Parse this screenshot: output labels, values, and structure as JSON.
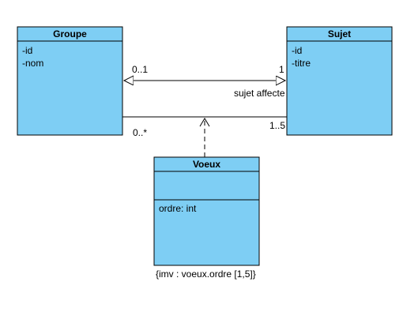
{
  "colors": {
    "class_fill": "#7ecef4",
    "stroke": "#000000",
    "background": "#ffffff"
  },
  "classes": {
    "groupe": {
      "name": "Groupe",
      "attributes": [
        "-id",
        "-nom"
      ]
    },
    "sujet": {
      "name": "Sujet",
      "attributes": [
        "-id",
        "-titre"
      ]
    },
    "voeux": {
      "name": "Voeux",
      "operations_compartment": [
        "ordre: int"
      ]
    }
  },
  "associations": {
    "sujet_affecte": {
      "name": "sujet affecte",
      "groupe_end_multiplicity": "0..1",
      "sujet_end_multiplicity": "1"
    },
    "voeux_assoc": {
      "groupe_end_multiplicity": "0..*",
      "sujet_end_multiplicity": "1..5"
    }
  },
  "constraint": "{imv : voeux.ordre [1,5]}"
}
